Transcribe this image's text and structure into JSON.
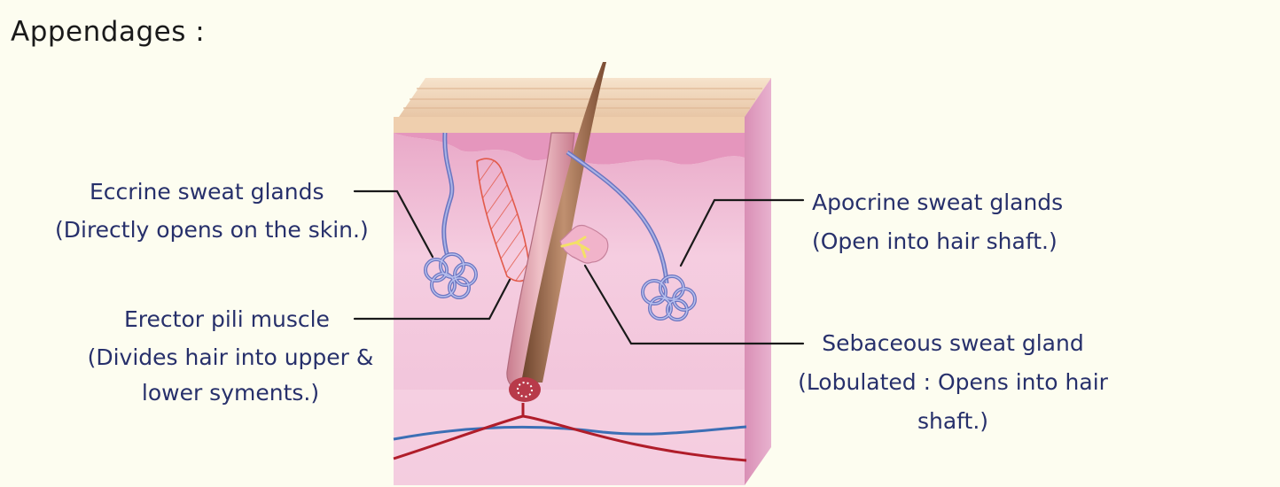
{
  "page": {
    "title": "Appendages :"
  },
  "colors": {
    "background": "#fdfdf0",
    "annotation_text": "#27306b",
    "skin_dermis": "#f2c4dc",
    "epidermis": "#f0d6ba",
    "hair": "#9a6a4a",
    "gland_coil": "#7a86c8",
    "muscle": "#e25a4a",
    "artery": "#b01d2a",
    "vein": "#3c6fb5",
    "sebaceous": "#f3e067"
  },
  "labels": {
    "eccrine": {
      "title": "Eccrine sweat glands",
      "note": "(Directly opens on the skin.)"
    },
    "erector": {
      "title": "Erector pili muscle",
      "note_line1": "(Divides hair into upper &",
      "note_line2": "lower syments.)"
    },
    "apocrine": {
      "title": "Apocrine sweat glands",
      "note": "(Open into hair shaft.)"
    },
    "sebaceous": {
      "title": "Sebaceous sweat gland",
      "note_line1": "(Lobulated : Opens into hair",
      "note_line2": "shaft.)"
    }
  }
}
